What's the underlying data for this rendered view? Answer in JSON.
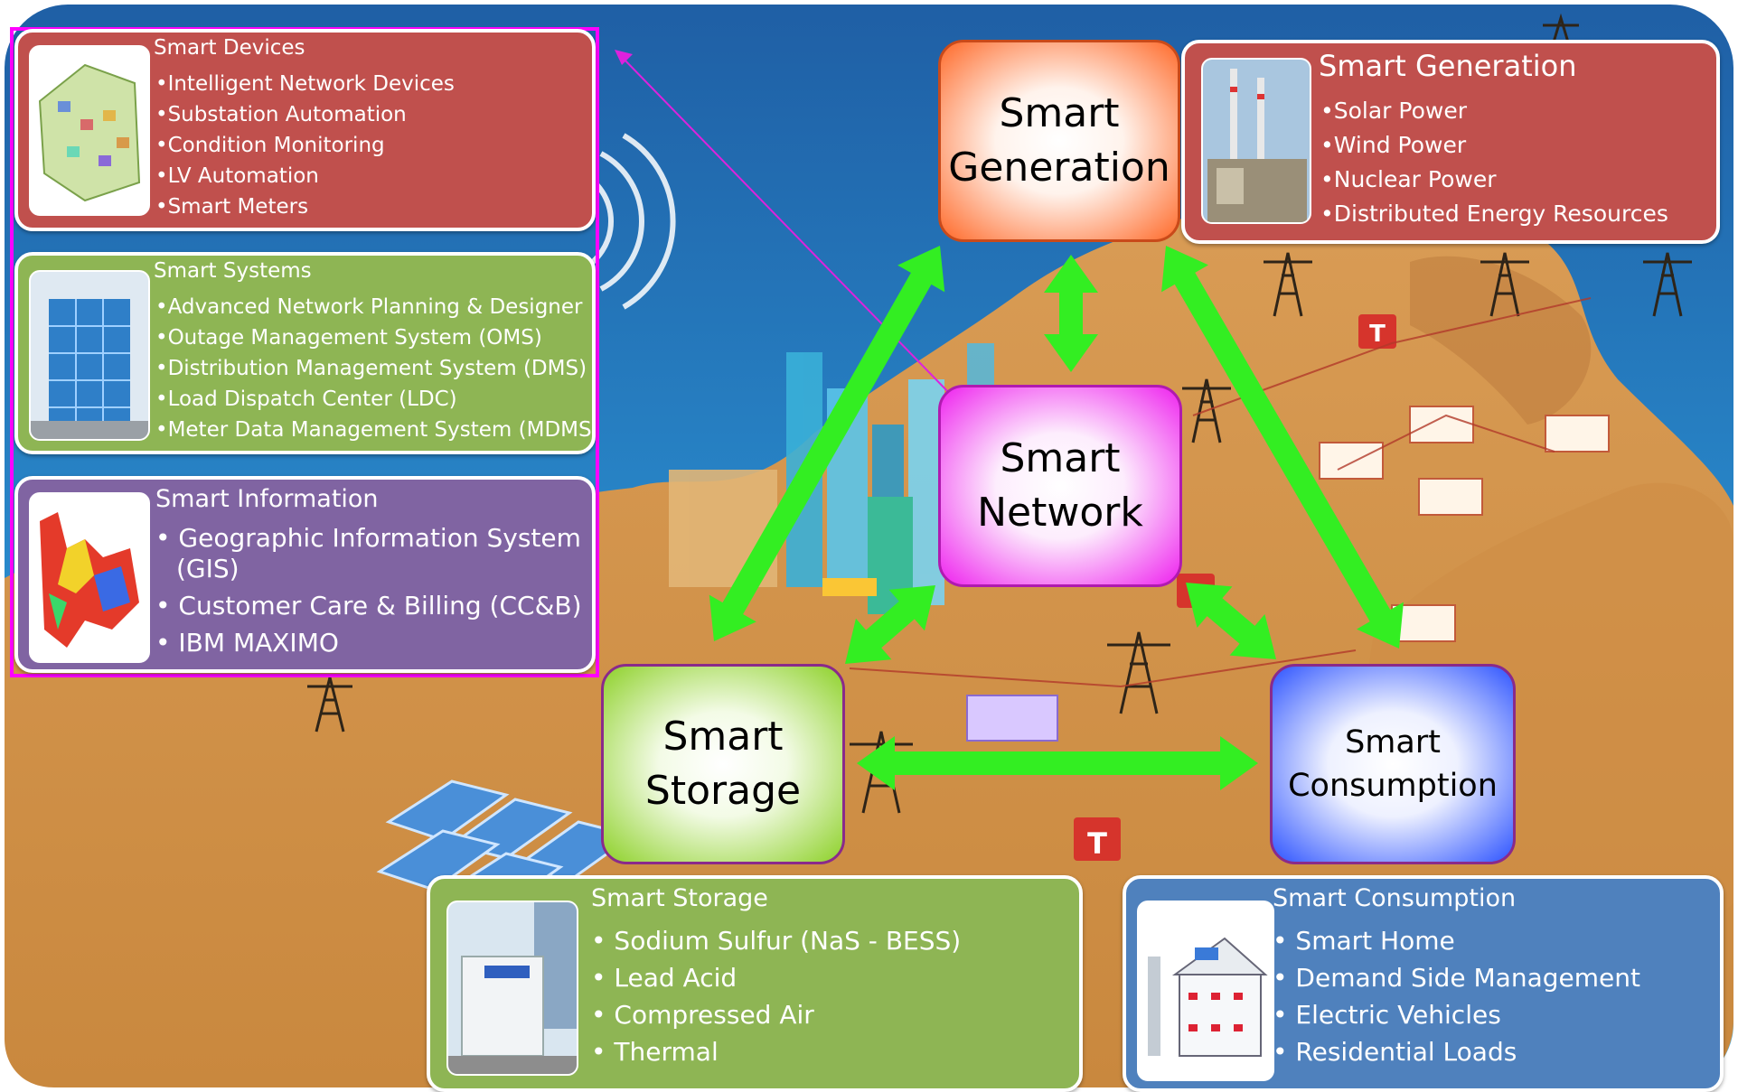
{
  "panels": {
    "smart_devices": {
      "title": "Smart Devices",
      "items": [
        "•Intelligent Network Devices",
        "•Substation Automation",
        "•Condition Monitoring",
        "•LV Automation",
        "•Smart Meters"
      ]
    },
    "smart_systems": {
      "title": "Smart Systems",
      "items": [
        "•Advanced Network  Planning & Designer",
        "•Outage Management System (OMS)",
        "•Distribution Management System (DMS)",
        "•Load Dispatch Center (LDC)",
        "•Meter Data Management System (MDMS)"
      ]
    },
    "smart_information": {
      "title": "Smart Information",
      "items": [
        "• Geographic Information System",
        "(GIS)",
        "• Customer Care & Billing (CC&B)",
        "• IBM MAXIMO"
      ]
    },
    "smart_generation": {
      "title": "Smart Generation",
      "items": [
        "•Solar Power",
        "•Wind Power",
        "•Nuclear Power",
        "•Distributed Energy Resources"
      ]
    },
    "smart_storage": {
      "title": "Smart Storage",
      "items": [
        "• Sodium Sulfur (NaS - BESS)",
        "• Lead Acid",
        "• Compressed Air",
        "• Thermal"
      ]
    },
    "smart_consumption": {
      "title": "Smart Consumption",
      "items": [
        "• Smart Home",
        "• Demand Side Management",
        "• Electric Vehicles",
        "• Residential Loads"
      ]
    }
  },
  "nodes": {
    "generation": {
      "line1": "Smart",
      "line2": "Generation"
    },
    "network": {
      "line1": "Smart",
      "line2": "Network"
    },
    "storage": {
      "line1": "Smart",
      "line2": "Storage"
    },
    "consumption": {
      "line1": "Smart",
      "line2": "Consumption"
    }
  },
  "colors": {
    "red_panel": "#c0504d",
    "green_panel": "#8eb554",
    "purple_panel": "#8064a2",
    "blue_panel": "#4f81bd",
    "arrow": "#33ee22",
    "highlight_border": "#ff00ff"
  },
  "icons": {
    "transformer_label": "T"
  }
}
